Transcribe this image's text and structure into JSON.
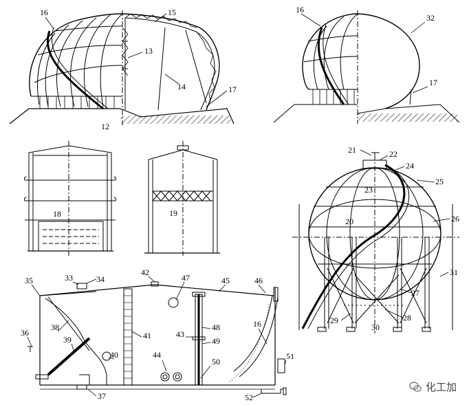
{
  "figure": {
    "labels": {
      "l12": "12",
      "l13": "13",
      "l14": "14",
      "l15": "15",
      "l16a": "16",
      "l17a": "17",
      "l16b": "16",
      "l32": "32",
      "l17b": "17",
      "l18": "18",
      "l19": "19",
      "l21": "21",
      "l22": "22",
      "l24": "24",
      "l23": "23",
      "l25": "25",
      "l20": "20",
      "l26": "26",
      "l31": "31",
      "l27": "27",
      "l28": "28",
      "l29": "29",
      "l30": "30",
      "l33": "33",
      "l34": "34",
      "l35": "35",
      "l42": "42",
      "l47": "47",
      "l45": "45",
      "l46": "46",
      "l36": "36",
      "l38": "38",
      "l39": "39",
      "l41": "41",
      "l40": "40",
      "l43": "43",
      "l48": "48",
      "l49": "49",
      "l44": "44",
      "l50": "50",
      "l16c": "16",
      "l51": "51",
      "l37": "37",
      "l52": "52"
    }
  },
  "watermark": {
    "icon": "wechat-icon",
    "text": "化工加"
  }
}
